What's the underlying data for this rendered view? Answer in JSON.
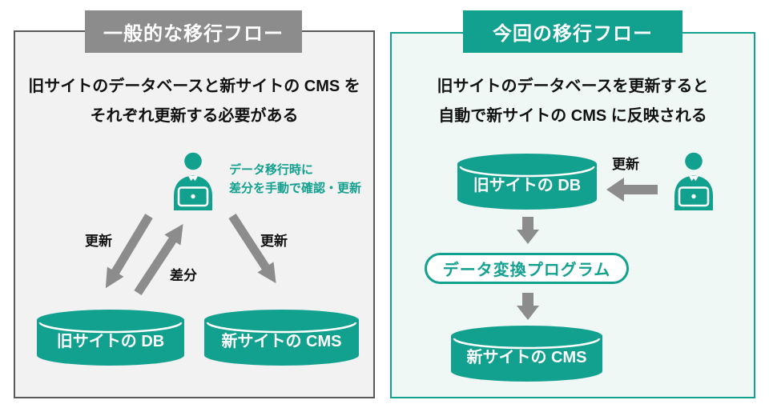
{
  "colors": {
    "teal": "#12a08f",
    "gray": "#8c8c8c",
    "left_panel_bg": "#f2f2f2",
    "left_panel_border": "#595959",
    "right_panel_bg": "#eff8f5",
    "text": "#111111",
    "white": "#ffffff"
  },
  "icons": {
    "person": "person-with-laptop-icon",
    "db": "database-cylinder-icon",
    "arrow": "thick-gray-arrow-icon"
  },
  "left": {
    "title": "一般的な移行フロー",
    "desc1": "旧サイトのデータベースと新サイトの CMS を",
    "desc2": "それぞれ更新する必要がある",
    "annotation1": "データ移行時に",
    "annotation2": "差分を手動で確認・更新",
    "label_update_left": "更新",
    "label_diff": "差分",
    "label_update_right": "更新",
    "db": "旧サイトの DB",
    "cms": "新サイトの CMS"
  },
  "right": {
    "title": "今回の移行フロー",
    "desc1": "旧サイトのデータベースを更新すると",
    "desc2": "自動で新サイトの CMS に反映される",
    "update": "更新",
    "db": "旧サイトの DB",
    "converter": "データ変換プログラム",
    "cms": "新サイトの CMS"
  }
}
